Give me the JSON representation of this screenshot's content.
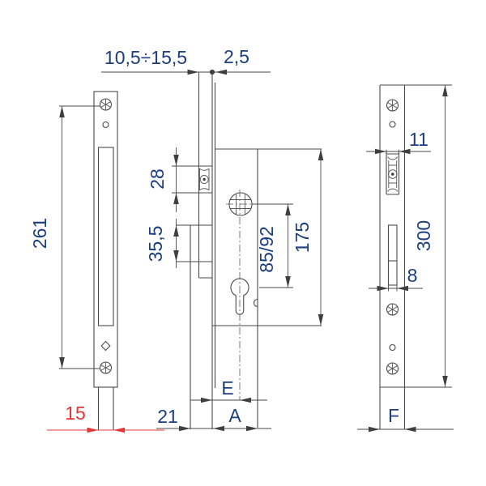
{
  "drawing": {
    "kind": "mortise roller lock technical drawing",
    "views": {
      "front_plate": "front cover plate view",
      "side_view": "side section view of lock case",
      "u_profile": "U-profile faceplate view"
    },
    "colors": {
      "line": "#4a4a4a",
      "dimension_text": "#1c3e7e",
      "highlight_red": "#e63538",
      "background": "#ffffff"
    }
  },
  "dimensions": {
    "front_plate": {
      "overall_height": "261",
      "channel_width": "15"
    },
    "side_view": {
      "roller_projection": "10,5÷15,5",
      "plate_thickness": "2,5",
      "roller_height": "28",
      "latch_height": "35,5",
      "axis_distance": "85/92",
      "case_height": "175",
      "backset": "E",
      "front_depth": "21",
      "case_depth": "A"
    },
    "u_profile": {
      "roller_width": "11",
      "slot_width": "8",
      "plate_length": "300",
      "plate_width": "F"
    }
  }
}
